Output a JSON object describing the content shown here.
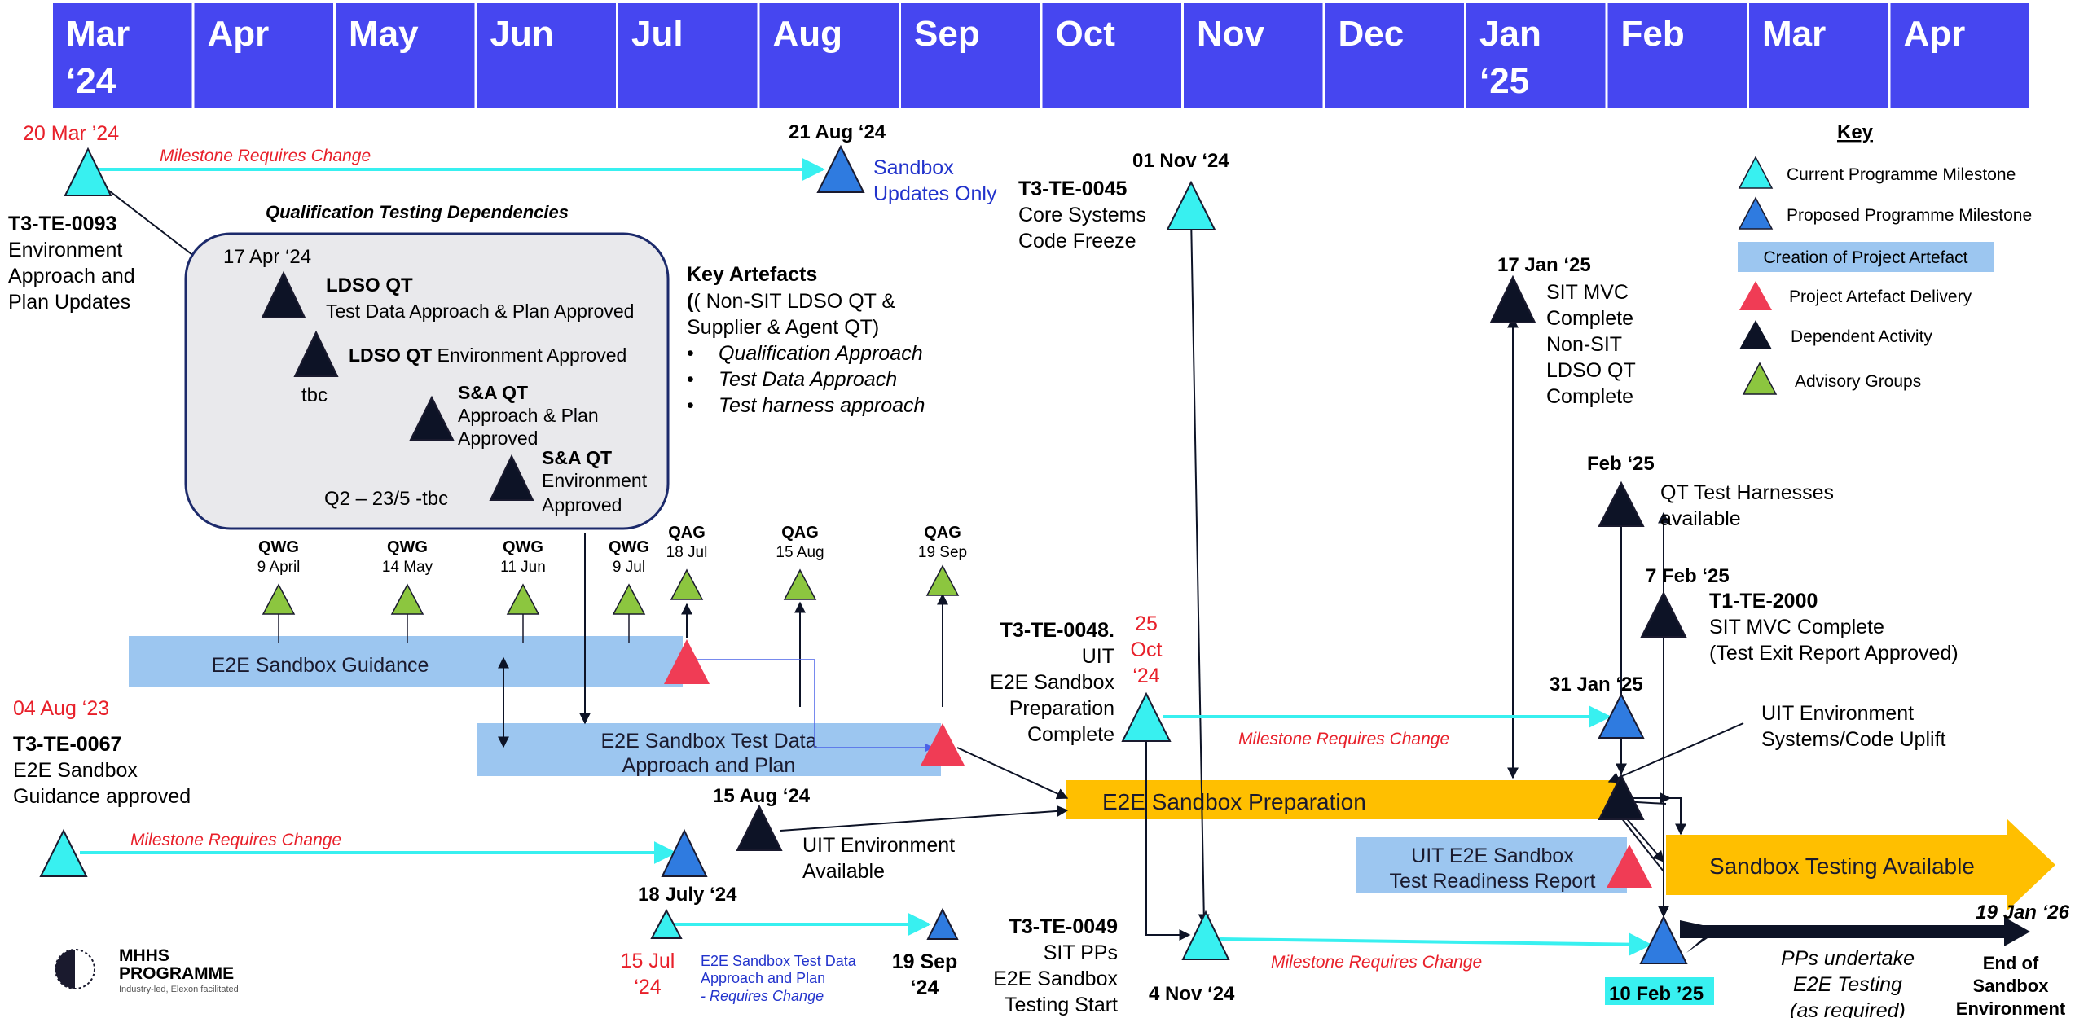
{
  "months": [
    {
      "l1": "Mar",
      "l2": "‘24"
    },
    {
      "l1": "Apr",
      "l2": ""
    },
    {
      "l1": "May",
      "l2": ""
    },
    {
      "l1": "Jun",
      "l2": ""
    },
    {
      "l1": "Jul",
      "l2": ""
    },
    {
      "l1": "Aug",
      "l2": ""
    },
    {
      "l1": "Sep",
      "l2": ""
    },
    {
      "l1": "Oct",
      "l2": ""
    },
    {
      "l1": "Nov",
      "l2": ""
    },
    {
      "l1": "Dec",
      "l2": ""
    },
    {
      "l1": "Jan",
      "l2": "‘25"
    },
    {
      "l1": "Feb",
      "l2": ""
    },
    {
      "l1": "Mar",
      "l2": ""
    },
    {
      "l1": "Apr",
      "l2": ""
    }
  ],
  "colors": {
    "header": "#4646f0",
    "current": "#38f0f0",
    "proposed": "#2f7be0",
    "artefact_bar": "#9cc6f0",
    "delivery": "#f03c55",
    "dependent": "#0d1326",
    "advisory": "#8cc63f",
    "gold": "#ffbf00",
    "red_text": "#e8202a",
    "blue_text": "#2233cc"
  },
  "key": {
    "title": "Key",
    "current": "Current Programme Milestone",
    "proposed": "Proposed Programme Milestone",
    "artefact": "Creation of Project Artefact",
    "delivery": "Project Artefact Delivery",
    "dependent": "Dependent Activity",
    "advisory": "Advisory Groups"
  },
  "milestones": {
    "te0093": {
      "date": "20 Mar ’24",
      "change": "Milestone Requires Change",
      "id": "T3-TE-0093",
      "l1": "Environment",
      "l2": "Approach and",
      "l3": "Plan Updates"
    },
    "aug21": {
      "date": "21 Aug ‘24",
      "l1": "Sandbox",
      "l2": "Updates Only"
    },
    "te0045": {
      "date": "01 Nov ‘24",
      "id": "T3-TE-0045",
      "l1": "Core Systems",
      "l2": "Code Freeze"
    },
    "jan17": {
      "date": "17 Jan ‘25",
      "l1": "SIT MVC",
      "l2": "Complete",
      "l3": "Non-SIT",
      "l4": "LDSO QT",
      "l5": "Complete"
    },
    "feb25": {
      "date": "Feb ‘25",
      "l1": "QT Test Harnesses",
      "l2": "available"
    },
    "te2000": {
      "date": "7 Feb ‘25",
      "id": "T1-TE-2000",
      "l1": "SIT MVC Complete",
      "l2": "(Test Exit Report Approved)"
    },
    "te0048": {
      "id": "T3-TE-0048.",
      "l1": "UIT",
      "l2": "E2E Sandbox",
      "l3": "Preparation",
      "l4": "Complete",
      "d1": "25",
      "d2": "Oct",
      "d3": "‘24",
      "change": "Milestone Requires Change"
    },
    "jan31": {
      "date": "31 Jan ‘25"
    },
    "uit_env": {
      "l1": "UIT Environment",
      "l2": "Systems/Code Uplift"
    },
    "te0067": {
      "date": "04 Aug ‘23",
      "id": "T3-TE-0067",
      "l1": "E2E Sandbox",
      "l2": "Guidance approved",
      "change": "Milestone Requires Change"
    },
    "aug15": {
      "date": "15 Aug ‘24",
      "l1": "UIT Environment",
      "l2": "Available"
    },
    "jul18": {
      "date": "18 July ‘24"
    },
    "jul15": {
      "d1": "15 Jul",
      "d2": "‘24",
      "n1": "E2E Sandbox Test Data",
      "n2": "Approach and Plan",
      "n3": "- Requires Change"
    },
    "sep19": {
      "d1": "19 Sep",
      "d2": "‘24"
    },
    "te0049": {
      "id": "T3-TE-0049",
      "l1": "SIT PPs",
      "l2": "E2E Sandbox",
      "l3": "Testing Start"
    },
    "nov4": {
      "date": "4 Nov ‘24",
      "change": "Milestone Requires Change"
    },
    "feb10": {
      "date": "10 Feb ’25"
    },
    "jan26": {
      "date": "19 Jan ‘26",
      "l1": "End of",
      "l2": "Sandbox",
      "l3": "Environment"
    },
    "pps": {
      "l1": "PPs undertake",
      "l2": "E2E Testing",
      "l3": "(as required)"
    }
  },
  "qual": {
    "title": "Qualification Testing Dependencies",
    "date1": "17 Apr ‘24",
    "ldso1_b": "LDSO QT",
    "ldso1": "Test Data Approach & Plan Approved",
    "ldso2_b": "LDSO QT",
    "ldso2": " Environment Approved",
    "tbc": "tbc",
    "sa1_b": "S&A QT",
    "sa1_l1": "Approach & Plan",
    "sa1_l2": "Approved",
    "sa2_b": "S&A QT",
    "sa2_l1": "Environment",
    "sa2_l2": "Approved",
    "q2": "Q2 – 23/5 -tbc"
  },
  "artefacts": {
    "title": "Key Artefacts",
    "l1": "( Non-SIT LDSO QT  &",
    "l2": "Supplier & Agent QT)",
    "b1": "Qualification Approach",
    "b2": "Test Data Approach",
    "b3": "Test harness approach"
  },
  "groups": [
    {
      "name": "QWG",
      "date": "9 April"
    },
    {
      "name": "QWG",
      "date": "14 May"
    },
    {
      "name": "QWG",
      "date": "11 Jun"
    },
    {
      "name": "QWG",
      "date": "9 Jul"
    },
    {
      "name": "QAG",
      "date": "18 Jul"
    },
    {
      "name": "QAG",
      "date": "15 Aug"
    },
    {
      "name": "QAG",
      "date": "19 Sep"
    }
  ],
  "bars": {
    "guidance": "E2E Sandbox Guidance",
    "testdata_l1": "E2E Sandbox Test Data",
    "testdata_l2": "Approach and Plan",
    "preparation": "E2E Sandbox Preparation",
    "readiness_l1": "UIT E2E Sandbox",
    "readiness_l2": "Test Readiness Report",
    "available": "Sandbox Testing Available"
  },
  "logo": {
    "l1": "MHHS",
    "l2": "PROGRAMME",
    "tag": "Industry-led, Elexon facilitated"
  }
}
